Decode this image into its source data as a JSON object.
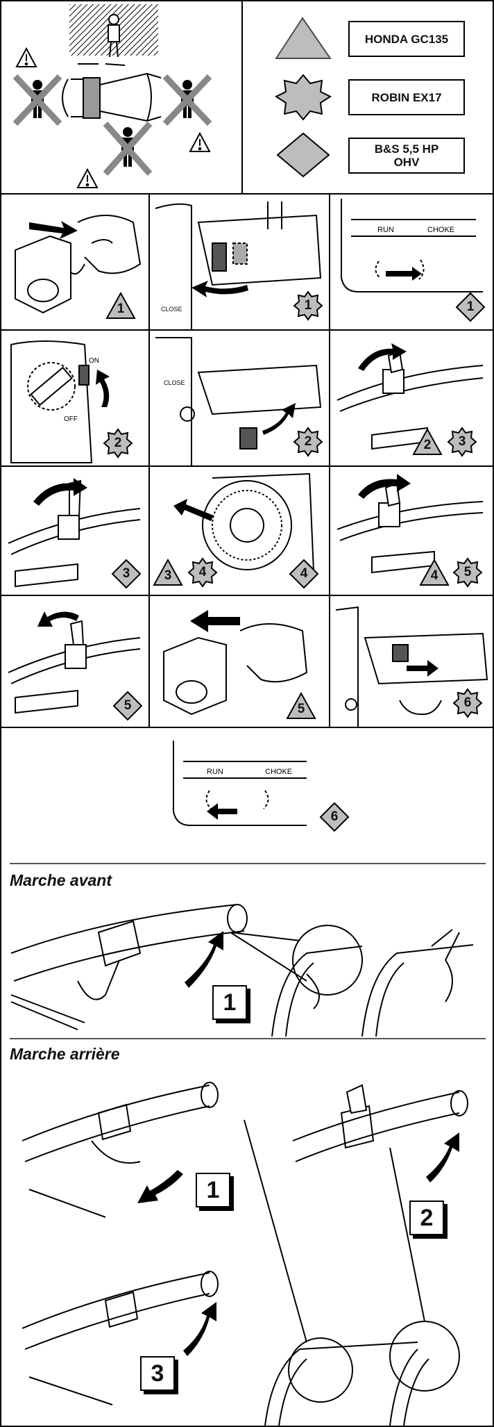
{
  "engines": [
    {
      "name": "HONDA GC135",
      "symbol": "triangle"
    },
    {
      "name": "ROBIN EX17",
      "symbol": "star"
    },
    {
      "name": "B&S 5,5 HP\nOHV",
      "symbol": "diamond"
    }
  ],
  "labels": {
    "run": "RUN",
    "choke": "CHOKE",
    "on": "ON",
    "off": "OFF",
    "close": "CLOSE"
  },
  "sections": {
    "forward": "Marche avant",
    "reverse": "Marche arrière"
  },
  "steps": {
    "r1c1": "1",
    "r1c2": "1",
    "r1c3": "1",
    "r2c1": "2",
    "r2c2": "2",
    "r2c3a": "2",
    "r2c3b": "3",
    "r3c1": "3",
    "r3c2a": "3",
    "r3c2b": "4",
    "r3c3": "4",
    "r3c4a": "4",
    "r3c4b": "5",
    "r4c1": "5",
    "r4c2": "5",
    "r4c3": "6",
    "r5": "6"
  },
  "forward_step": "1",
  "reverse_steps": [
    "1",
    "2",
    "3"
  ],
  "colors": {
    "line": "#000000",
    "shade": "#bdbdbd",
    "dark": "#4a4a4a"
  }
}
